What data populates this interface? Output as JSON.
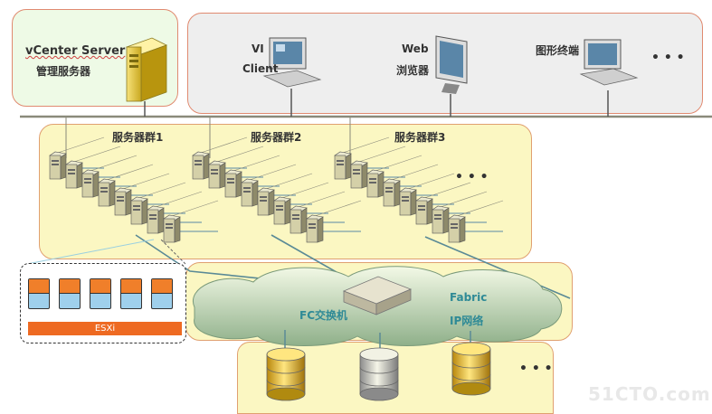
{
  "vcenter": {
    "line1": "vCenter Server",
    "line2": "管理服务器",
    "icon": "server-tower-icon"
  },
  "clients": {
    "vi_line1": "VI",
    "vi_line2": "Client",
    "web_line1": "Web",
    "web_line2": "浏览器",
    "terminal": "图形终端",
    "more": "• • •"
  },
  "clusters": [
    {
      "label": "服务器群1"
    },
    {
      "label": "服务器群2"
    },
    {
      "label": "服务器群3"
    }
  ],
  "clusters_more": "• • •",
  "esxi": {
    "label": "ESXi",
    "vm_count": 5
  },
  "network": {
    "switch": "FC交换机",
    "fabric": "Fabric",
    "ip": "IP网络"
  },
  "storage": {
    "count": 3,
    "more": "• • •"
  },
  "watermark": "51CTO.com",
  "colors": {
    "vcenter_bg": "#eefae6",
    "vcenter_border": "#e08a70",
    "client_bg": "#eeeeee",
    "client_border": "#e08a70",
    "yellow_panel": "#fbf7c2",
    "yellow_border": "#e0a070",
    "esxi_bar": "#ee6a22",
    "vm_orange": "#f07f2a",
    "vm_blue": "#9fd0ec",
    "cable": "#5a8a96",
    "bus": "#8a8a7a"
  }
}
